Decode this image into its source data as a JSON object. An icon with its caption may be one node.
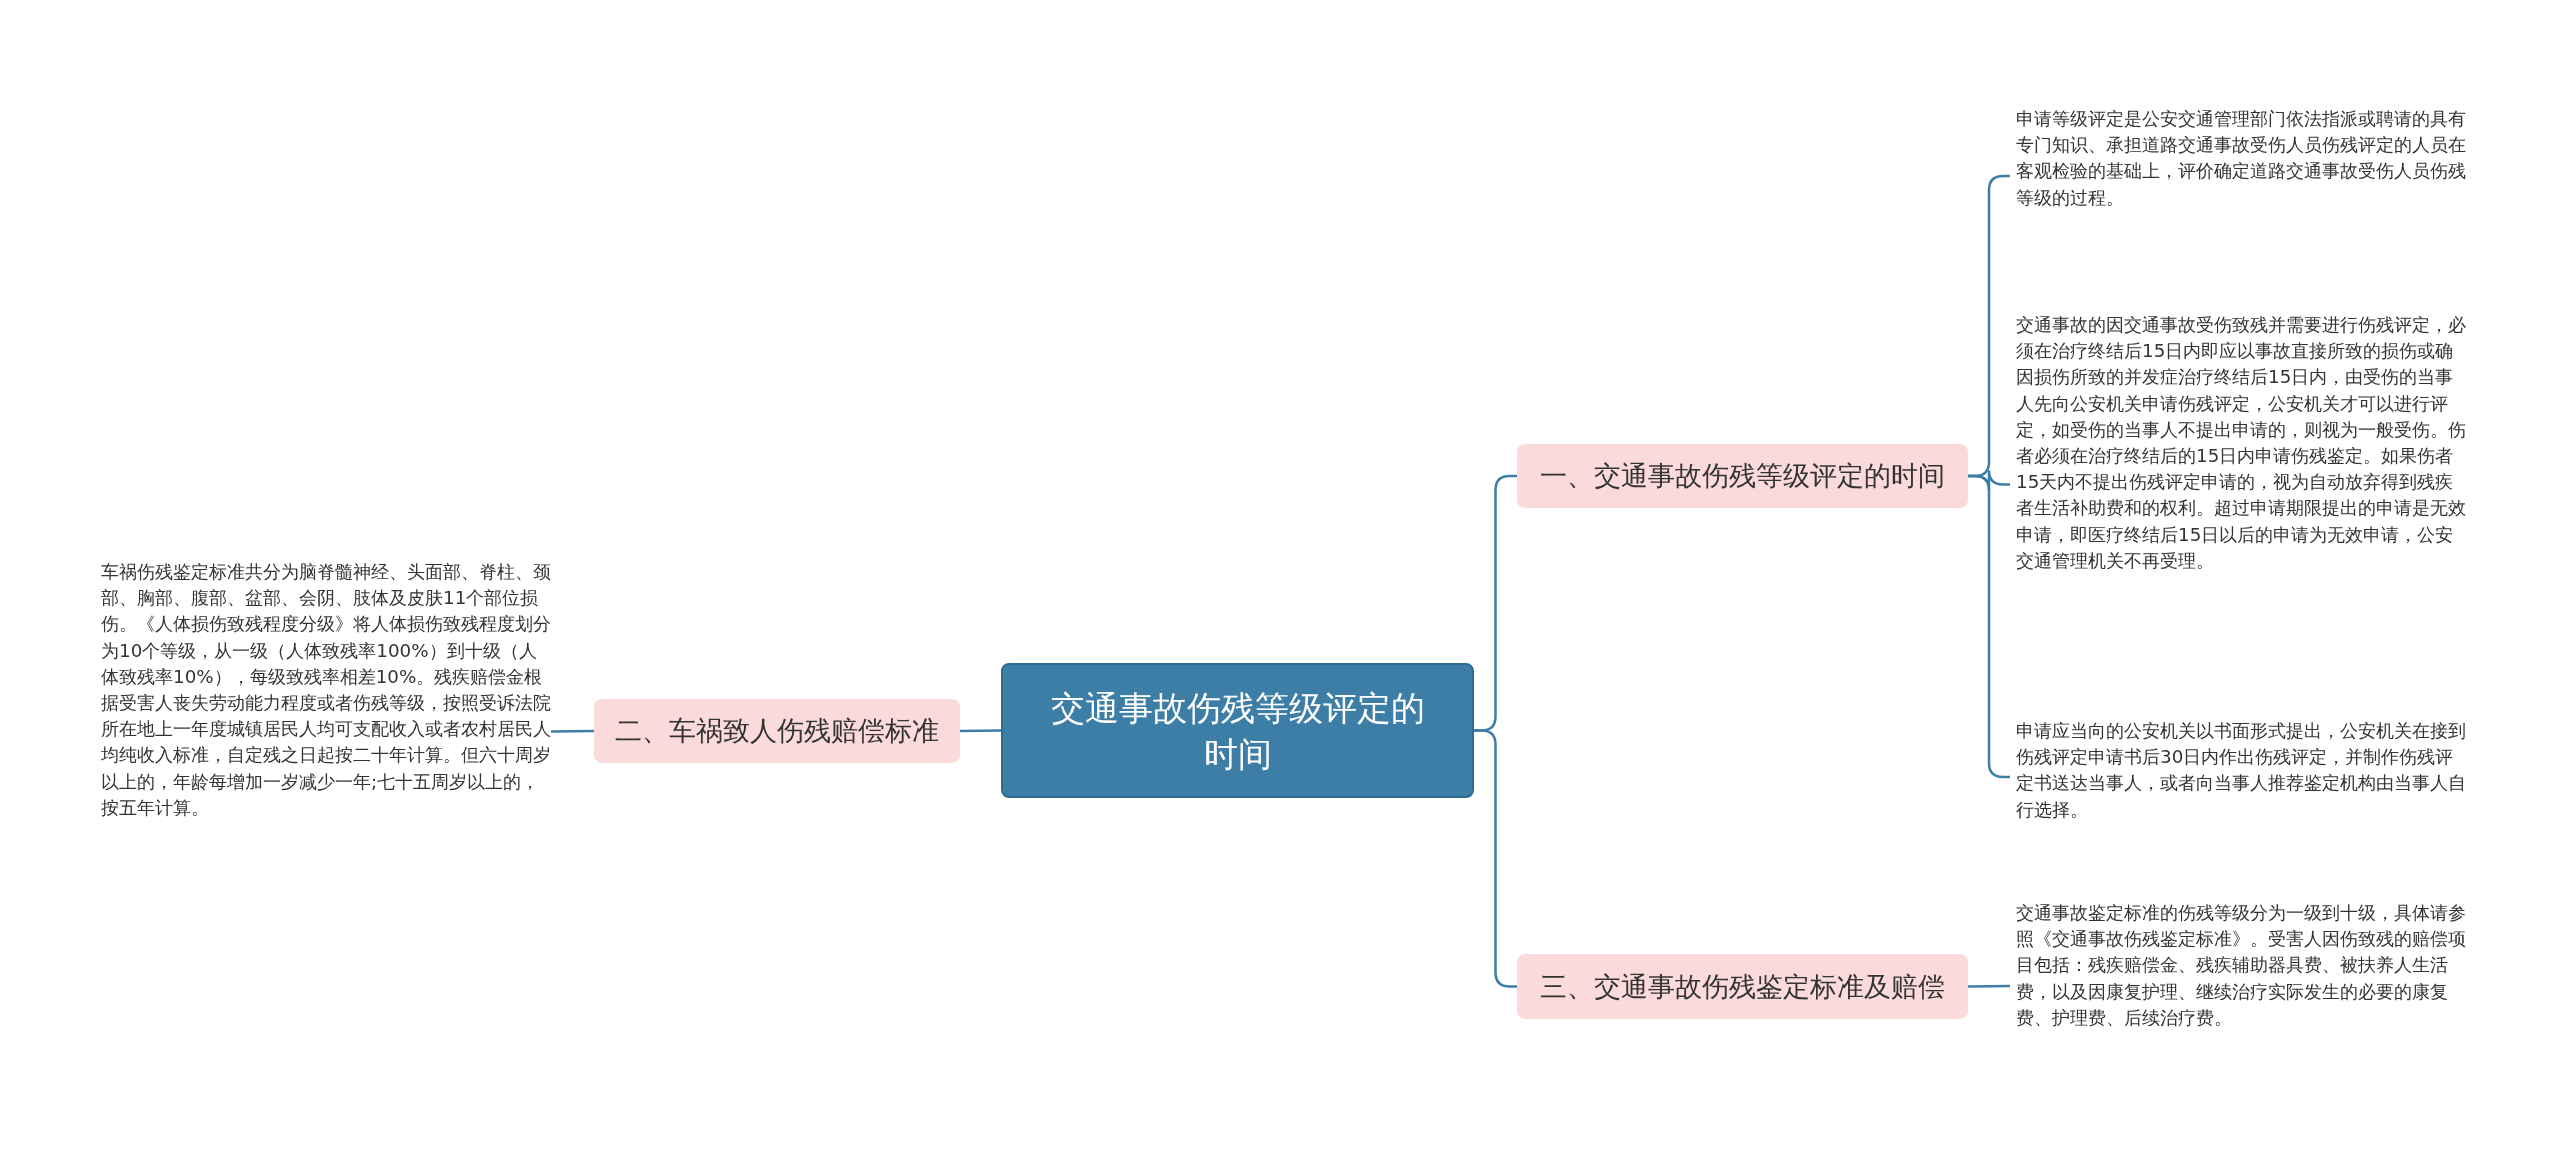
{
  "diagram": {
    "nodes": [
      {
        "text": [
          "交通事故伤残等级评定的时间"
        ]
      },
      {
        "text": [
          "一、交通事故伤残等级评定的时间"
        ]
      },
      {
        "text": [
          "申请等级评定是公安交通管理部门依法指派或聘请的具有专门知识、承担道路交通事故受伤人员伤残评定的人员在客观检验的基础上，评价确定道路交通事故受伤人员伤残等级的过程。"
        ]
      },
      {
        "text": [
          "交通事故的因交通事故受伤致残并需要进行伤残评定，必须在治疗终结后15日内即应以事故直接所致的损伤或确因损伤所致的并发症治疗终结后15日内，由受伤的当事人先向公安机关申请伤残评定，公安机关才可以进行评定，如受伤的当事人不提出申请的，则视为一般受伤。伤者必须在治疗终结后的15日内申请伤残鉴定。如果伤者15天内不提出伤残评定申请的，视为自动放弃得到残疾者生活补助费和的权利。超过申请期限提出的申请是无效申请，即医疗终结后15日以后的申请为无效申请，公安交通管理机关不再受理。"
        ]
      },
      {
        "text": [
          "申请应当向的公安机关以书面形式提出，公安机关在接到伤残评定申请书后30日内作出伤残评定，并制作伤残评定书送达当事人，或者向当事人推荐鉴定机构由当事人自行选择。"
        ]
      },
      {
        "text": [
          "三、交通事故伤残鉴定标准及赔偿"
        ]
      },
      {
        "text": [
          "交通事故鉴定标准的伤残等级分为一级到十级，具体请参照《交通事故伤残鉴定标准》。受害人因伤致残的赔偿项目包括：残疾赔偿金、残疾辅助器具费、被扶养人生活费，以及因康复护理、继续治疗实际发生的必要的康复费、护理费、后续治疗费。"
        ]
      },
      {
        "text": [
          "二、车祸致人伤残赔偿标准"
        ]
      },
      {
        "text": [
          "车祸伤残鉴定标准共分为脑脊髓神经、头面部、脊柱、颈部、胸部、腹部、盆部、会阴、肢体及皮肤11个部位损伤。《人体损伤致残程度分级》将人体损伤致残程度划分为10个等级，从一级（人体致残率100%）到十级（人体致残率10%），每级致残率相差10%。残疾赔偿金根据受害人丧失劳动能力程度或者伤残等级，按照受诉法院所在地上一年度城镇居民人均可支配收入或者农村居民人均纯收入标准，自定残之日起按二十年计算。但六十周岁以上的，年龄每增加一岁减少一年;七十五周岁以上的，按五年计算。"
        ]
      }
    ],
    "edges": [
      {
        "from": 0,
        "to": 1,
        "arrow": "none"
      },
      {
        "from": 1,
        "to": 2,
        "arrow": "none"
      },
      {
        "from": 1,
        "to": 3,
        "arrow": "none"
      },
      {
        "from": 1,
        "to": 4,
        "arrow": "none"
      },
      {
        "from": 0,
        "to": 5,
        "arrow": "none"
      },
      {
        "from": 5,
        "to": 6,
        "arrow": "none"
      },
      {
        "from": 0,
        "to": 7,
        "arrow": "none"
      },
      {
        "from": 7,
        "to": 8,
        "arrow": "none"
      }
    ]
  }
}
